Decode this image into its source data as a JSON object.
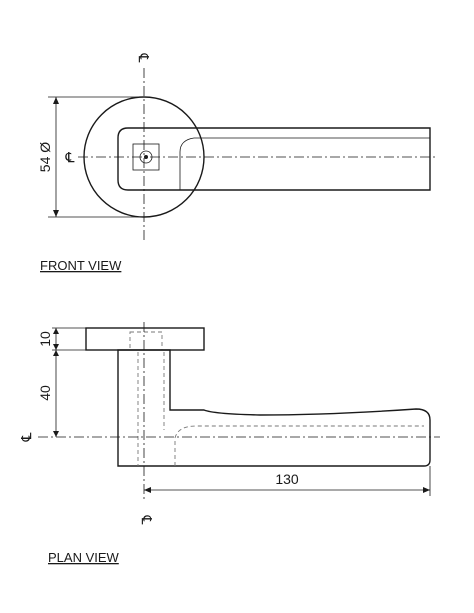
{
  "front_view": {
    "title": "FRONT VIEW",
    "diameter_label": "54 Ø",
    "centerline_label": "℄"
  },
  "plan_view": {
    "title": "PLAN VIEW",
    "rose_thickness_label": "10",
    "projection_label": "40",
    "lever_length_label": "130",
    "centerline_label": "℄"
  },
  "colors": {
    "ink": "#1a1a1a",
    "hidden_line": "#777777",
    "background": "#ffffff"
  }
}
